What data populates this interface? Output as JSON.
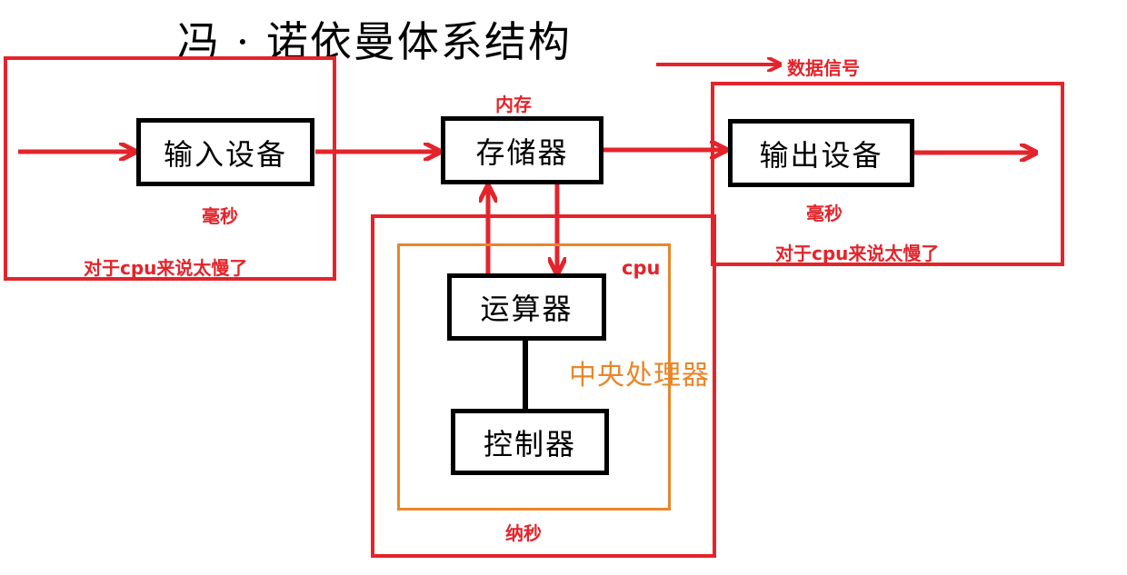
{
  "title": "冯 · 诺依曼体系结构",
  "legend": {
    "label": "数据信号"
  },
  "blocks": {
    "input": "输入设备",
    "memory": "存储器",
    "output": "输出设备",
    "alu": "运算器",
    "controller": "控制器"
  },
  "labels": {
    "memory_note": "内存",
    "input_speed": "毫秒",
    "input_note": "对于cpu来说太慢了",
    "output_speed": "毫秒",
    "output_note": "对于cpu来说太慢了",
    "cpu": "cpu",
    "cpu_cn": "中央处理器",
    "cpu_speed": "纳秒"
  },
  "colors": {
    "red": "#e3242b",
    "orange": "#e8862a",
    "black": "#000000"
  }
}
